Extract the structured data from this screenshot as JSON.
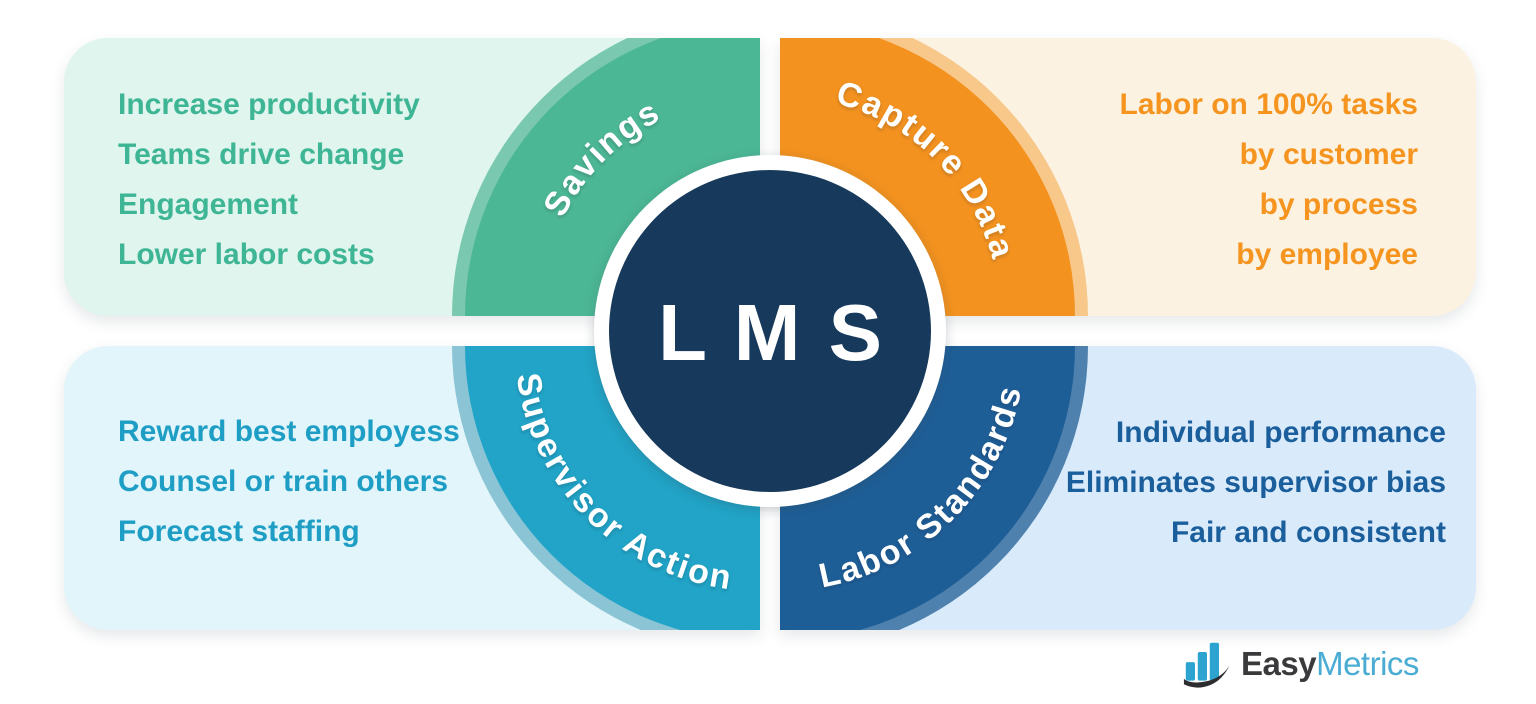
{
  "quadrants": {
    "savings": {
      "label": "Savings",
      "items": [
        "Increase productivity",
        "Teams drive change",
        "Engagement",
        "Lower labor costs"
      ],
      "panel_bg": "#DFF5ED",
      "text_color": "#3EB594",
      "disc_color": "#4CB795",
      "band_color": "#79C8AF"
    },
    "capture_data": {
      "label": "Capture Data",
      "items": [
        "Labor on 100% tasks",
        "by customer",
        "by process",
        "by employee"
      ],
      "panel_bg": "#FBF2E2",
      "text_color": "#F5941F",
      "disc_color": "#F3921F",
      "band_color": "#F8C88B"
    },
    "supervisor_action": {
      "label": "Supervisor Action",
      "items": [
        "Reward best employess",
        "Counsel or train others",
        "Forecast staffing"
      ],
      "panel_bg": "#E1F5FA",
      "text_color": "#1E9EC5",
      "disc_color": "#21A4C7",
      "band_color": "#8AC4D5"
    },
    "labor_standards": {
      "label": "Labor Standards",
      "items": [
        "Individual performance",
        "Eliminates supervisor bias",
        "Fair and consistent"
      ],
      "panel_bg": "#D9EAFB",
      "text_color": "#1A5F9C",
      "disc_color": "#1E5E97",
      "band_color": "#4E81AE"
    }
  },
  "center": {
    "label": "L M S",
    "circle_color": "#16395C"
  },
  "logo": {
    "icon": "bar-chart-swoosh-icon",
    "text_easy": "Easy",
    "text_metrics": "Metrics",
    "easy_color": "#3A3A3C",
    "metrics_color": "#4BACD3",
    "bars_color": "#2CA4CF",
    "swoosh_color": "#2D2D2F"
  }
}
